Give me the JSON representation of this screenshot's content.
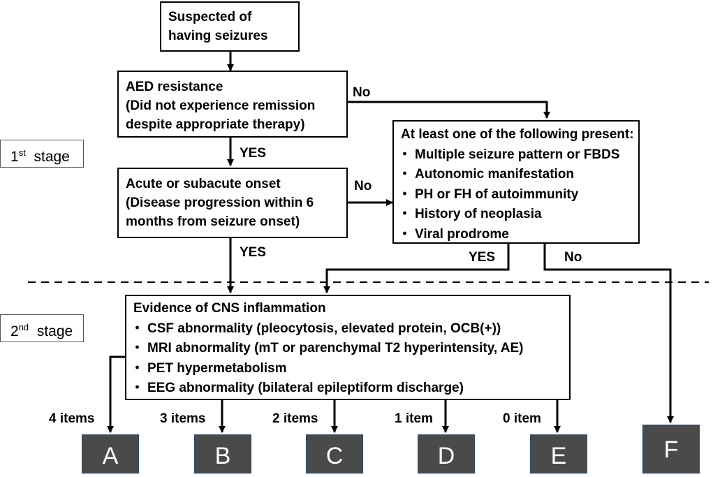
{
  "nodes": {
    "suspected": "Suspected of having seizures",
    "aed_title": "AED resistance",
    "aed_desc": "(Did not experience remission despite appropriate therapy)",
    "onset_title": "Acute or subacute onset",
    "onset_desc": "(Disease progression within 6 months from seizure onset)",
    "criteria_title": "At least one of the following present:",
    "criteria_items": [
      "Multiple seizure pattern or FBDS",
      "Autonomic manifestation",
      "PH or FH of autoimmunity",
      "History of neoplasia",
      "Viral prodrome"
    ],
    "cns_title": "Evidence of CNS inflammation",
    "cns_items": [
      "CSF abnormality (pleocytosis, elevated protein, OCB(+))",
      "MRI abnormality (mT or parenchymal T2 hyperintensity, AE)",
      "PET hypermetabolism",
      "EEG abnormality (bilateral epileptiform discharge)"
    ]
  },
  "stages": {
    "first_num": "1",
    "first_sup": "st",
    "first_word": "stage",
    "second_num": "2",
    "second_sup": "nd",
    "second_word": "stage"
  },
  "edge_labels": {
    "aed_no": "No",
    "aed_yes": "YES",
    "onset_no": "No",
    "onset_yes": "YES",
    "criteria_yes": "YES",
    "criteria_no": "No"
  },
  "counts": [
    "4 items",
    "3 items",
    "2 items",
    "1 item",
    "0 item"
  ],
  "outcomes": [
    "A",
    "B",
    "C",
    "D",
    "E",
    "F"
  ],
  "colors": {
    "outcome_fill": "#4a4a4a",
    "outcome_border": "#2c4a6e",
    "outcome_text": "#ffffff"
  }
}
